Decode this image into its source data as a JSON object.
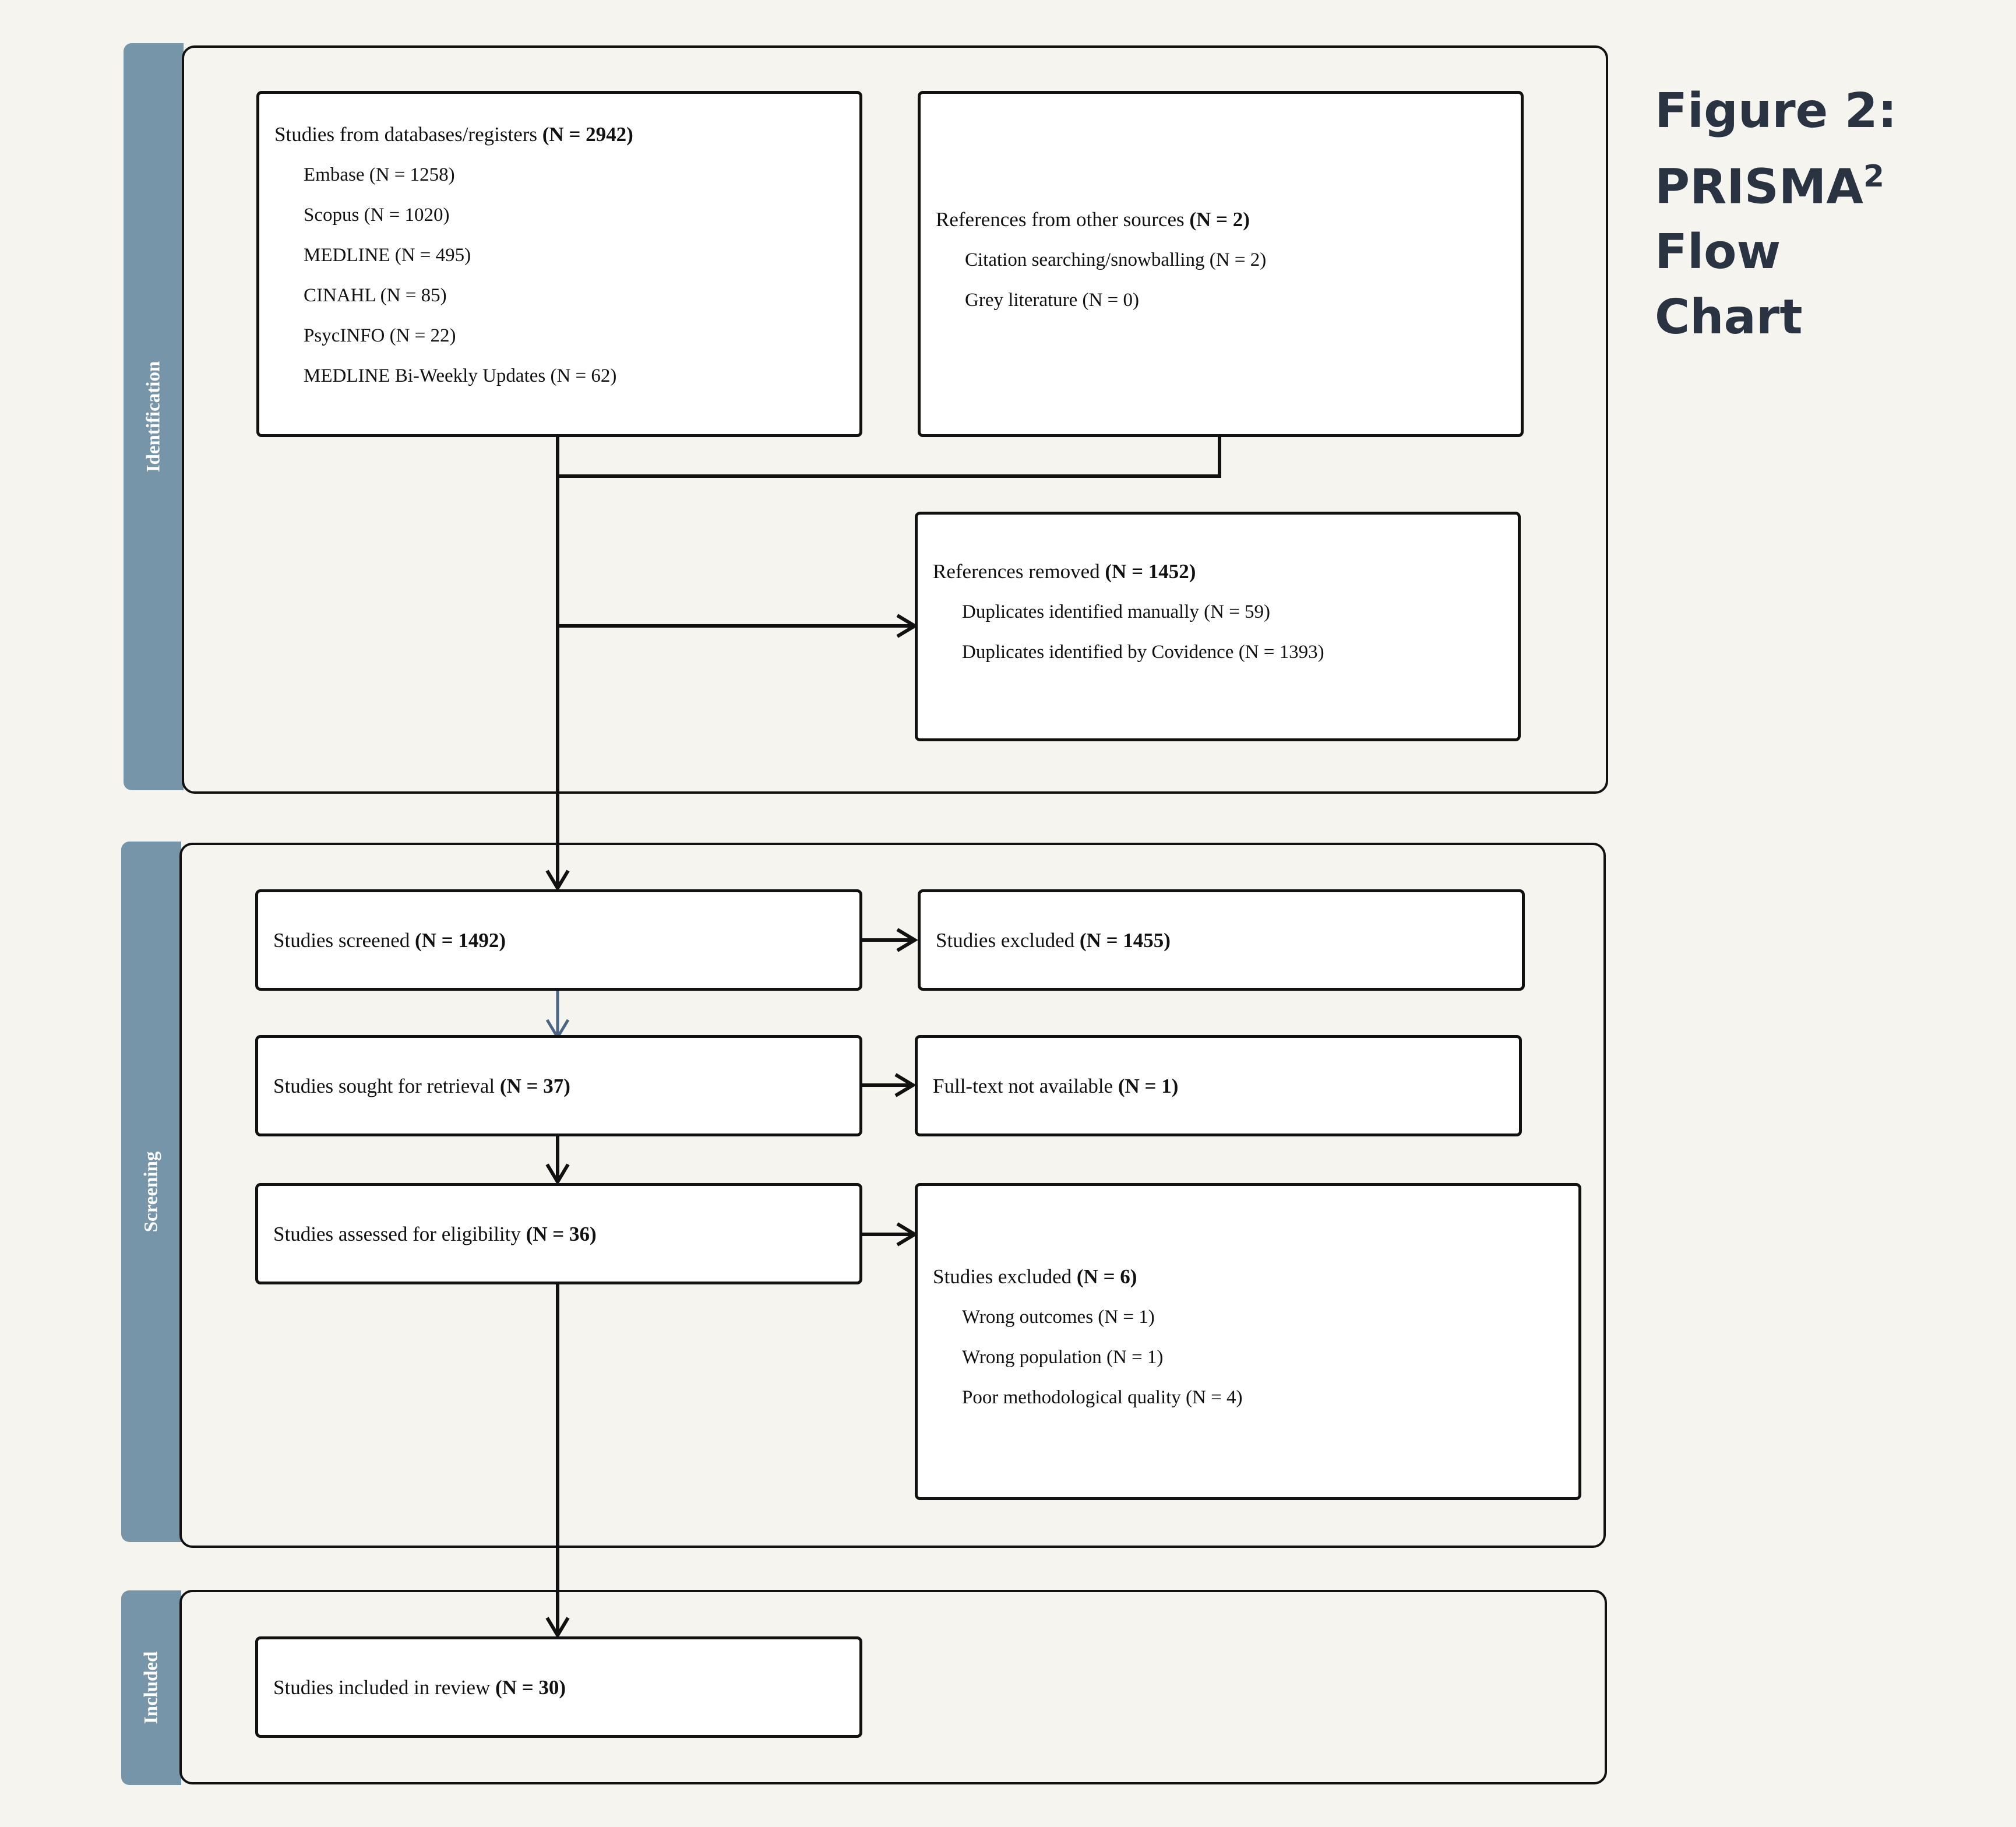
{
  "title": {
    "line1": "Figure 2:",
    "line2_prefix": "PRISMA",
    "line2_sup": "2",
    "line2_suffix": " Flow",
    "line3": "Chart"
  },
  "sections": {
    "identification": "Identification",
    "screening": "Screening",
    "included": "Included"
  },
  "boxes": {
    "databases": {
      "label": "Studies from databases/registers ",
      "count": "(N = 2942)",
      "items": [
        "Embase (N = 1258)",
        "Scopus (N = 1020)",
        "MEDLINE (N = 495)",
        "CINAHL (N = 85)",
        "PsycINFO (N = 22)",
        "MEDLINE Bi-Weekly Updates (N = 62)"
      ]
    },
    "other_sources": {
      "label": "References from other sources ",
      "count": "(N = 2)",
      "items": [
        "Citation searching/snowballing (N = 2)",
        "Grey literature (N = 0)"
      ]
    },
    "removed": {
      "label": "References removed ",
      "count": "(N = 1452)",
      "items": [
        "Duplicates identified manually (N = 59)",
        "Duplicates identified by Covidence (N = 1393)"
      ]
    },
    "screened": {
      "label": "Studies screened ",
      "count": "(N = 1492)"
    },
    "excluded_screen": {
      "label": "Studies excluded ",
      "count": "(N = 1455)"
    },
    "sought": {
      "label": "Studies sought for retrieval ",
      "count": "(N = 37)"
    },
    "not_available": {
      "label": "Full-text not available ",
      "count": "(N = 1)"
    },
    "assessed": {
      "label": "Studies assessed for eligibility ",
      "count": "(N = 36)"
    },
    "excluded_eligibility": {
      "label": "Studies excluded ",
      "count": "(N = 6)",
      "items": [
        "Wrong outcomes (N = 1)",
        "Wrong population (N = 1)",
        "Poor methodological quality (N = 4)"
      ]
    },
    "included": {
      "label": "Studies included in review ",
      "count": "(N = 30)"
    }
  },
  "colors": {
    "band": "#7695a8",
    "background": "#f5f4ef",
    "title": "#2a3342",
    "blue_arrow": "#4a6685"
  }
}
